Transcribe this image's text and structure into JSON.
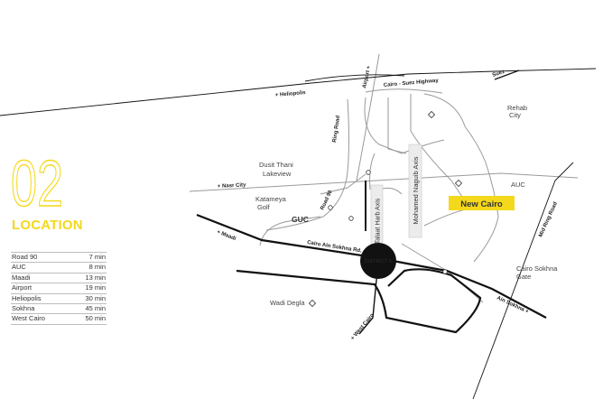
{
  "section": {
    "number": "02",
    "title": "LOCATION"
  },
  "distances": [
    {
      "place": "Road 90",
      "time": "7 min"
    },
    {
      "place": "AUC",
      "time": "8 min"
    },
    {
      "place": "Maadi",
      "time": "13 min"
    },
    {
      "place": "Airport",
      "time": "19 min"
    },
    {
      "place": "Heliopolis",
      "time": "30 min"
    },
    {
      "place": "Sokhna",
      "time": "45 min"
    },
    {
      "place": "West Cairo",
      "time": "50 min"
    }
  ],
  "map": {
    "roads": {
      "suez": "Suez",
      "cairo_suez_highway": "Cairo - Suez Highway",
      "heliopolis": "+ Heliopolis",
      "airport": "Airport +",
      "ring_road": "Ring Road",
      "nasr_city": "+ Nasr City",
      "road_90": "Road 90",
      "maadi": "+ Maadi",
      "cairo_ain_sokhna_rd": "Cairo Ain Sokhna Rd.",
      "talaat_harb_axis": "Talaat Harb Axis",
      "mohamed_naguib_axis": "Mohamed Naguib Axis",
      "mid_ring_road": "Mid Ring Road",
      "ain_sokhna": "Ain Sokhna +",
      "west_cairo": "+ West Cairo"
    },
    "places": {
      "rehab_city_1": "Rehab",
      "rehab_city_2": "City",
      "dusit_1": "Dusit Thani",
      "dusit_2": "Lakeview",
      "katameya_1": "Katameya",
      "katameya_2": "Golf",
      "guc": "GUC",
      "auc": "AUC",
      "new_cairo": "New Cairo",
      "sokhna_gate_1": "Cairo Sokhna",
      "sokhna_gate_2": "Gate",
      "wadi_degla": "Wadi Degla",
      "districts": "DISTRICT 5"
    },
    "colors": {
      "accent": "#f4d81b",
      "road": "#111111",
      "minor_road": "#9a9a9a"
    }
  }
}
